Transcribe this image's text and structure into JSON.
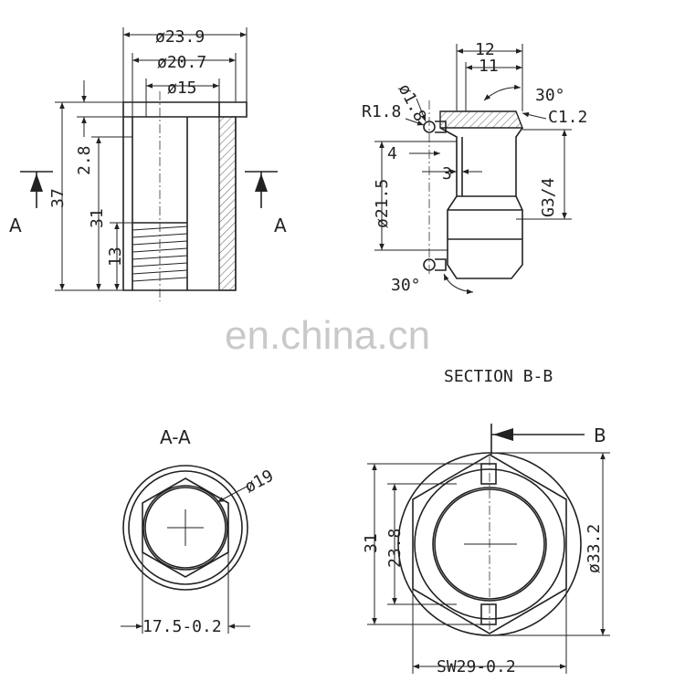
{
  "watermark": "en.china.cn",
  "section_title": "SECTION B-B",
  "view_aa_title": "A-A",
  "side_view": {
    "dims": [
      "ø23.9",
      "ø20.7",
      "ø15",
      "37",
      "2.8",
      "31",
      "13"
    ],
    "section_marks": [
      "A",
      "A"
    ]
  },
  "section_view": {
    "dims": [
      "12",
      "11",
      "ø1.8",
      "R1.8",
      "30°",
      "C1.2",
      "4",
      "3",
      "ø21.5",
      "G3/4",
      "30°"
    ]
  },
  "view_aa": {
    "dims": [
      "ø19",
      "17.5-0.2"
    ]
  },
  "hex_view": {
    "dims": [
      "31",
      "23.8",
      "ø33.2",
      "SW29-0.2"
    ],
    "section_mark": "B"
  }
}
